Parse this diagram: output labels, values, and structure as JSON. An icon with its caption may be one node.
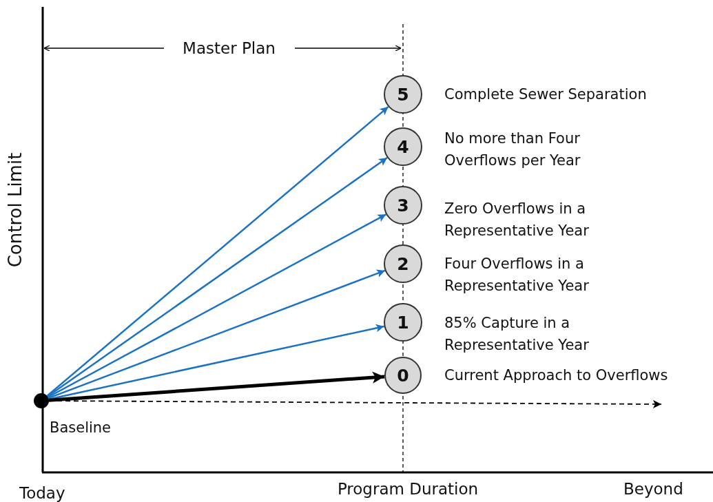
{
  "diagram": {
    "nodes": [
      {
        "text": [],
        "shape": "circle",
        "beside": [
          "Baseline"
        ]
      },
      {
        "text": [
          "5"
        ],
        "beside": [
          "Complete Sewer Separation"
        ]
      },
      {
        "text": [
          "4"
        ],
        "beside": [
          "No more than Four Overflows per Year"
        ]
      },
      {
        "text": [
          "3"
        ],
        "beside": [
          "Zero Overflows in a Representative Year"
        ]
      },
      {
        "text": [
          "2"
        ],
        "beside": [
          "Four Overflows in a Representative Year"
        ]
      },
      {
        "text": [
          "1"
        ],
        "beside": [
          "85% Capture in a Representative Year"
        ]
      },
      {
        "text": [
          "0"
        ],
        "beside": [
          "Current Approach to Overflows"
        ]
      }
    ],
    "edges": [
      {
        "from": 0,
        "to": 1,
        "arrow": "to"
      },
      {
        "from": 0,
        "to": 2,
        "arrow": "to"
      },
      {
        "from": 0,
        "to": 3,
        "arrow": "to"
      },
      {
        "from": 0,
        "to": 4,
        "arrow": "to"
      },
      {
        "from": 0,
        "to": 5,
        "arrow": "to"
      },
      {
        "from": 0,
        "to": 6,
        "arrow": "to",
        "style": "thick",
        "color": "#000000"
      },
      {
        "from": 0,
        "to": null,
        "arrow": "to",
        "style": "dashed",
        "color": "#000000"
      }
    ],
    "labels": [
      "Master Plan",
      "Control Limit",
      "Today",
      "Program Duration",
      "Beyond"
    ]
  }
}
